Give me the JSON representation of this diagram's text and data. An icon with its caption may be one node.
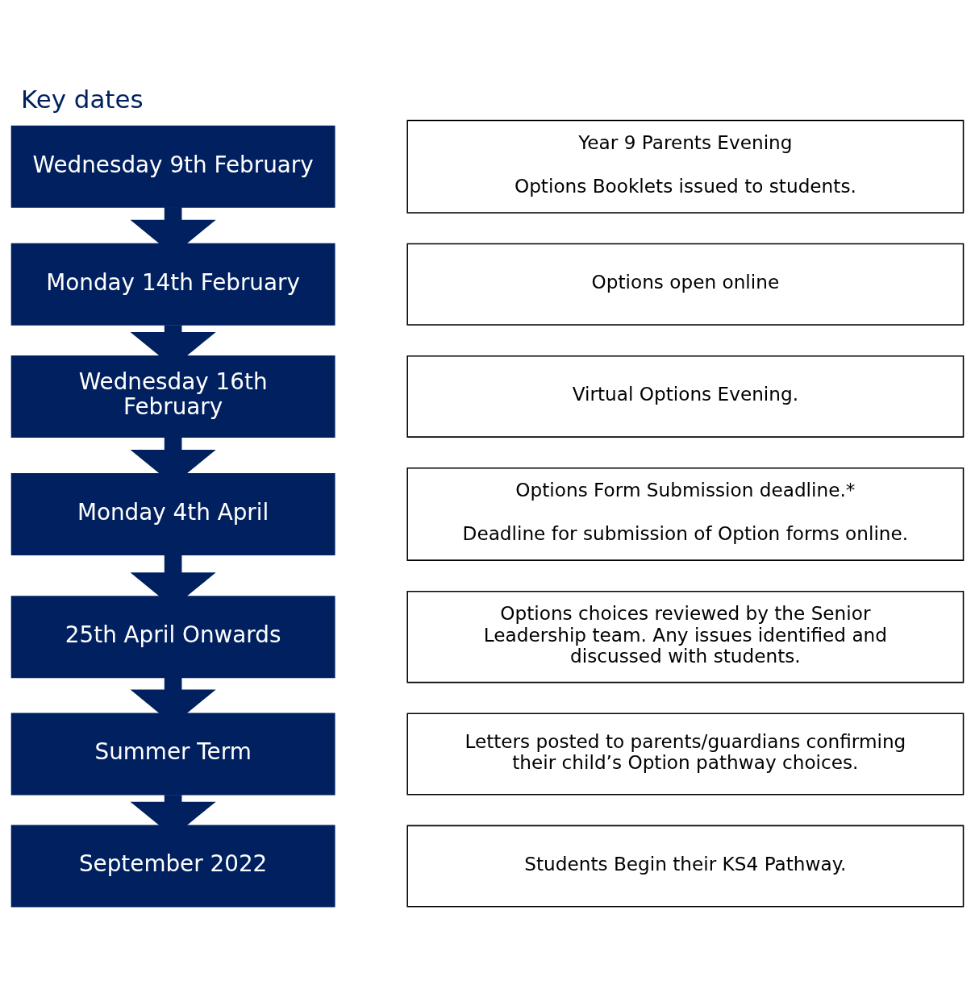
{
  "diagram": {
    "title": "Key dates",
    "nodes": [
      {
        "text": [
          "Wednesday 9th February"
        ]
      },
      {
        "text": [
          "Monday 14th February"
        ]
      },
      {
        "text": [
          "Wednesday 16th February"
        ]
      },
      {
        "text": [
          "Monday 4th April"
        ]
      },
      {
        "text": [
          "25th April Onwards"
        ]
      },
      {
        "text": [
          "Summer Term"
        ]
      },
      {
        "text": [
          "September 2022"
        ]
      },
      {
        "text": [
          "Year 9 Parents Evening",
          "Options Booklets issued to students."
        ]
      },
      {
        "text": [
          "Options open online"
        ]
      },
      {
        "text": [
          "Virtual Options Evening."
        ]
      },
      {
        "text": [
          "Options Form Submission deadline.*",
          "Deadline for submission of Option forms online."
        ]
      },
      {
        "text": [
          "Options choices reviewed by the Senior Leadership team. Any issues identified and discussed with students."
        ]
      },
      {
        "text": [
          "Letters posted to parents/guardians confirming their child’s Option pathway choices."
        ]
      },
      {
        "text": [
          "Students Begin their KS4 Pathway."
        ]
      }
    ],
    "edges": [
      {
        "from": 0,
        "to": 1,
        "arrow": "to"
      },
      {
        "from": 1,
        "to": 2,
        "arrow": "to"
      },
      {
        "from": 2,
        "to": 3,
        "arrow": "to"
      },
      {
        "from": 3,
        "to": 4,
        "arrow": "to"
      },
      {
        "from": 4,
        "to": 5,
        "arrow": "to"
      },
      {
        "from": 5,
        "to": 6,
        "arrow": "to"
      }
    ]
  }
}
